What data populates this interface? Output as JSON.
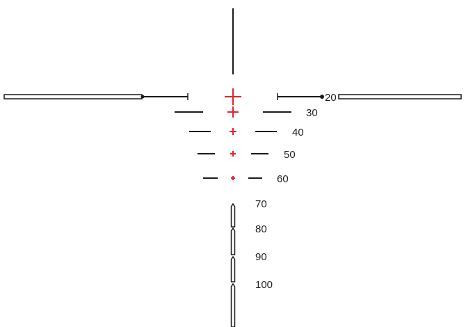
{
  "reticle": {
    "colors": {
      "line": "#1a1a1a",
      "aim": "#e3242b"
    },
    "range_labels": [
      "20",
      "30",
      "40",
      "50",
      "60",
      "70",
      "80",
      "90",
      "100"
    ]
  }
}
